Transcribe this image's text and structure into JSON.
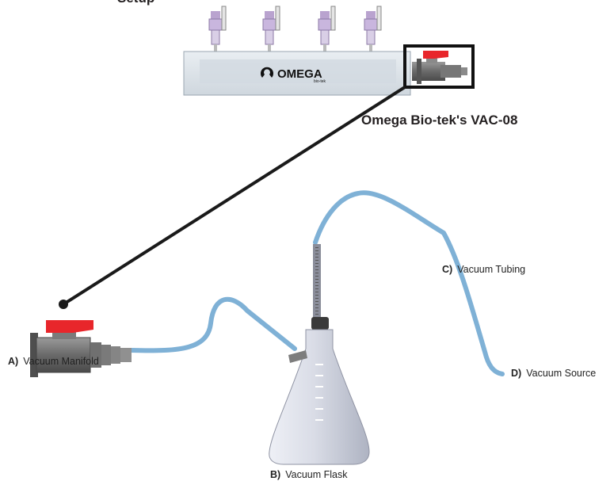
{
  "header_partial": "Setup",
  "product_caption": "Omega Bio-tek's VAC-08",
  "brand": {
    "name": "OMEGA",
    "sub": "bio-tek"
  },
  "labels": [
    {
      "letter": "A)",
      "text": "Vacuum Manifold"
    },
    {
      "letter": "B)",
      "text": "Vacuum Flask"
    },
    {
      "letter": "C)",
      "text": "Vacuum Tubing"
    },
    {
      "letter": "D)",
      "text": "Vacuum Source"
    }
  ],
  "colors": {
    "tubing": "#7fb1d6",
    "valve_handle": "#e8262b",
    "manifold_body": "#dde4ea",
    "flask_glass": "#c9cdd8",
    "callout_line": "#1a1a1a"
  }
}
